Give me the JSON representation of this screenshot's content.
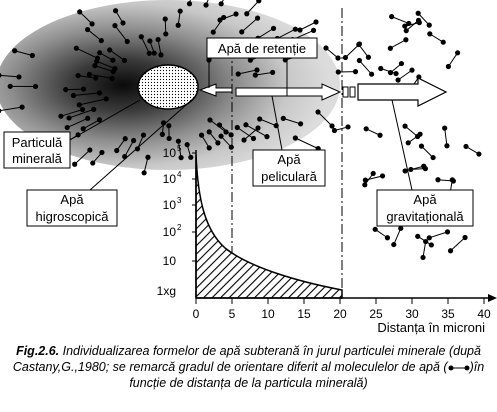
{
  "labels": {
    "retentie": "Apă de retenție",
    "particula_line1": "Particulă",
    "particula_line2": "minerală",
    "pelicular_line1": "Apă",
    "pelicular_line2": "peliculară",
    "higro_line1": "Apă",
    "higro_line2": "higroscopică",
    "grav_line1": "Apă",
    "grav_line2": "gravitațională"
  },
  "axis": {
    "x_title": "Distanța în microni",
    "x_ticks": [
      "0",
      "5",
      "10",
      "15",
      "20",
      "25",
      "30",
      "35",
      "40"
    ],
    "y_ticks": [
      {
        "base": "10",
        "exp": "5"
      },
      {
        "base": "10",
        "exp": "4"
      },
      {
        "base": "10",
        "exp": "3"
      },
      {
        "base": "10",
        "exp": "2"
      },
      {
        "base": "10",
        "exp": ""
      },
      {
        "base": "1xg",
        "exp": ""
      }
    ]
  },
  "caption": {
    "fig_no": "Fig.2.6.",
    "text_1": " Individualizarea formelor de apă subterană în jurul particulei minerale (după Castany,G.,1980; se remarcă gradul de orientare diferit al moleculelor de apă (",
    "text_2": ")în funcție de distanța de la particula minerală)"
  },
  "colors": {
    "halo_outer": "#d9d9d9",
    "halo_inner": "#3a3a3a",
    "ink": "#000000"
  },
  "icons": [
    "water-molecule-icon",
    "arrow-right-icon"
  ]
}
